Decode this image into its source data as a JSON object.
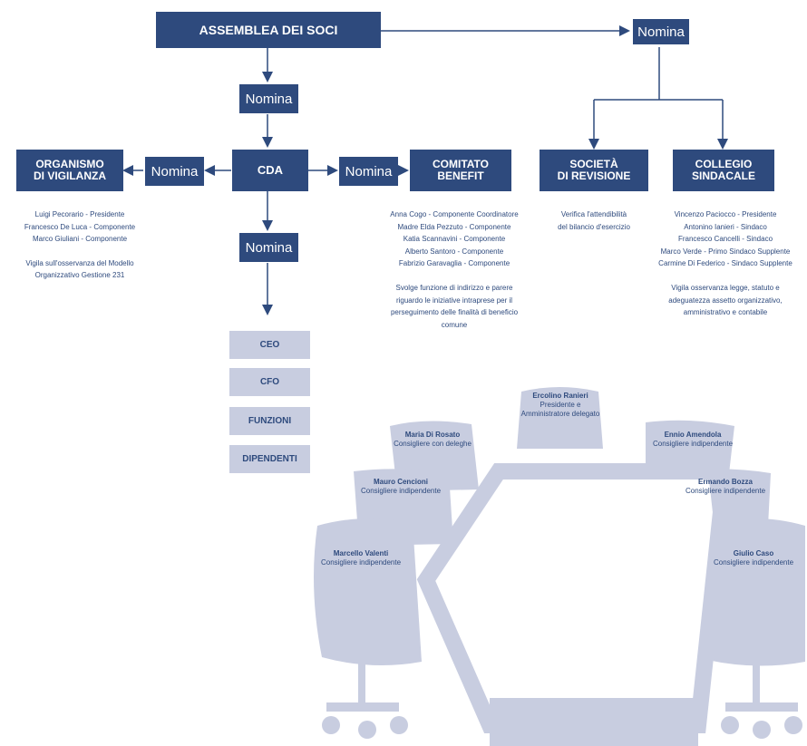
{
  "colors": {
    "primary": "#2e4a7d",
    "light": "#c8cde0",
    "illustration": "#c8cde0"
  },
  "assemblea": "ASSEMBLEA DEI SOCI",
  "nomina_label": "Nomina",
  "cda": "CDA",
  "organismo": {
    "title_line1": "ORGANISMO",
    "title_line2": "DI VIGILANZA",
    "members": [
      "Luigi Pecorario - Presidente",
      "Francesco De Luca - Componente",
      "Marco Giuliani - Componente"
    ],
    "description": [
      "Vigila sull'osservanza del Modello",
      "Organizzativo Gestione 231"
    ]
  },
  "comitato": {
    "title_line1": "COMITATO",
    "title_line2": "BENEFIT",
    "members": [
      "Anna Cogo - Componente Coordinatore",
      "Madre Elda Pezzuto - Componente",
      "Katia Scannavini - Componente",
      "Alberto Santoro - Componente",
      "Fabrizio Garavaglia - Componente"
    ],
    "description": [
      "Svolge funzione di indirizzo e parere",
      "riguardo le iniziative intraprese per il",
      "perseguimento delle finalità di beneficio",
      "comune"
    ]
  },
  "societa": {
    "title_line1": "SOCIETÀ",
    "title_line2": "DI REVISIONE",
    "description": [
      "Verifica l'attendibilità",
      "del bilancio d'esercizio"
    ]
  },
  "collegio": {
    "title_line1": "COLLEGIO",
    "title_line2": "SINDACALE",
    "members": [
      "Vincenzo Paciocco - Presidente",
      "Antonino Ianieri - Sindaco",
      "Francesco Cancelli - Sindaco",
      "Marco Verde - Primo Sindaco Supplente",
      "Carmine Di Federico - Sindaco Supplente"
    ],
    "description": [
      "Vigila osservanza legge, statuto e",
      "adeguatezza assetto organizzativo,",
      "amministrativo e contabile"
    ]
  },
  "management": [
    "CEO",
    "CFO",
    "FUNZIONI",
    "DIPENDENTI"
  ],
  "board": [
    {
      "name": "Ercolino Ranieri",
      "role": "Presidente e",
      "role2": "Amministratore delegato"
    },
    {
      "name": "Maria Di Rosato",
      "role": "Consigliere con deleghe"
    },
    {
      "name": "Ennio Amendola",
      "role": "Consigliere indipendente"
    },
    {
      "name": "Mauro Cencioni",
      "role": "Consigliere indipendente"
    },
    {
      "name": "Ermando Bozza",
      "role": "Consigliere indipendente"
    },
    {
      "name": "Marcello Valenti",
      "role": "Consigliere indipendente"
    },
    {
      "name": "Giulio Caso",
      "role": "Consigliere indipendente"
    }
  ]
}
